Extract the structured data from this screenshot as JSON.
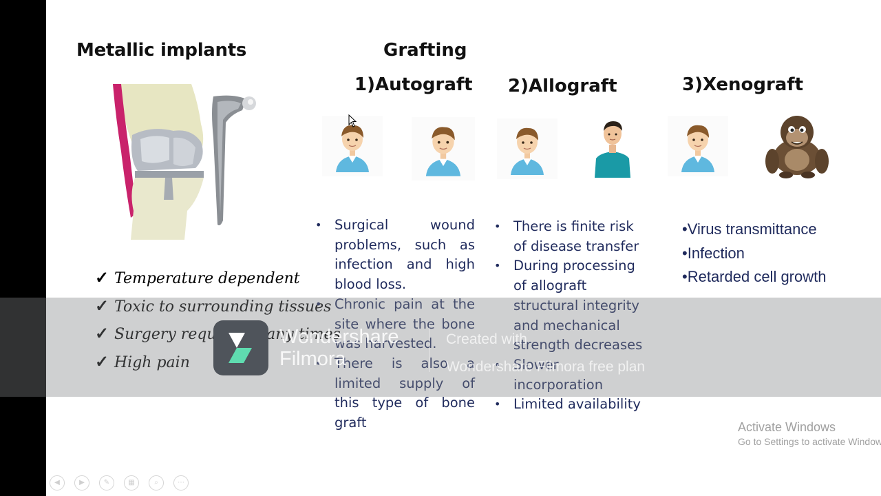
{
  "left_panel": {
    "title": "Metallic implants",
    "drawbacks": [
      "Temperature dependent",
      "Toxic to surrounding tissues",
      "Surgery required many times",
      "High pain"
    ]
  },
  "grafting": {
    "title": "Grafting",
    "autograft": {
      "title": "1)Autograft",
      "points": [
        "Surgical wound problems, such as infection and high blood loss.",
        "Chronic pain at the site where the bone was harvested.",
        "There is also a limited supply of this type of bone graft"
      ]
    },
    "allograft": {
      "title": "2)Allograft",
      "points": [
        "There is finite risk of disease transfer",
        "During processing of allograft structural integrity and mechanical strength decreases",
        "Slower incorporation",
        "Limited availability"
      ]
    },
    "xenograft": {
      "title": "3)Xenograft",
      "points": [
        "•Virus transmittance",
        "•Infection",
        "•Retarded cell growth"
      ]
    }
  },
  "watermark": {
    "brand_line1": "Wondershare",
    "brand_line2": "Filmora",
    "created_line1": "Created with",
    "created_line2": "Wondershare Filmora free plan"
  },
  "windows_notice": {
    "title": "Activate Windows",
    "subtitle": "Go to Settings to activate Windows."
  },
  "icons": {
    "check": "checkmark-icon",
    "person": "person-icon",
    "gorilla": "gorilla-icon",
    "cursor": "mouse-cursor-icon"
  },
  "colors": {
    "heading": "#111111",
    "bullet_text": "#1f2a5c",
    "shirt_light": "#5fb8df",
    "shirt_teal": "#1a9aa6",
    "overlay": "#828486",
    "filmora_green": "#5fdcb0"
  }
}
